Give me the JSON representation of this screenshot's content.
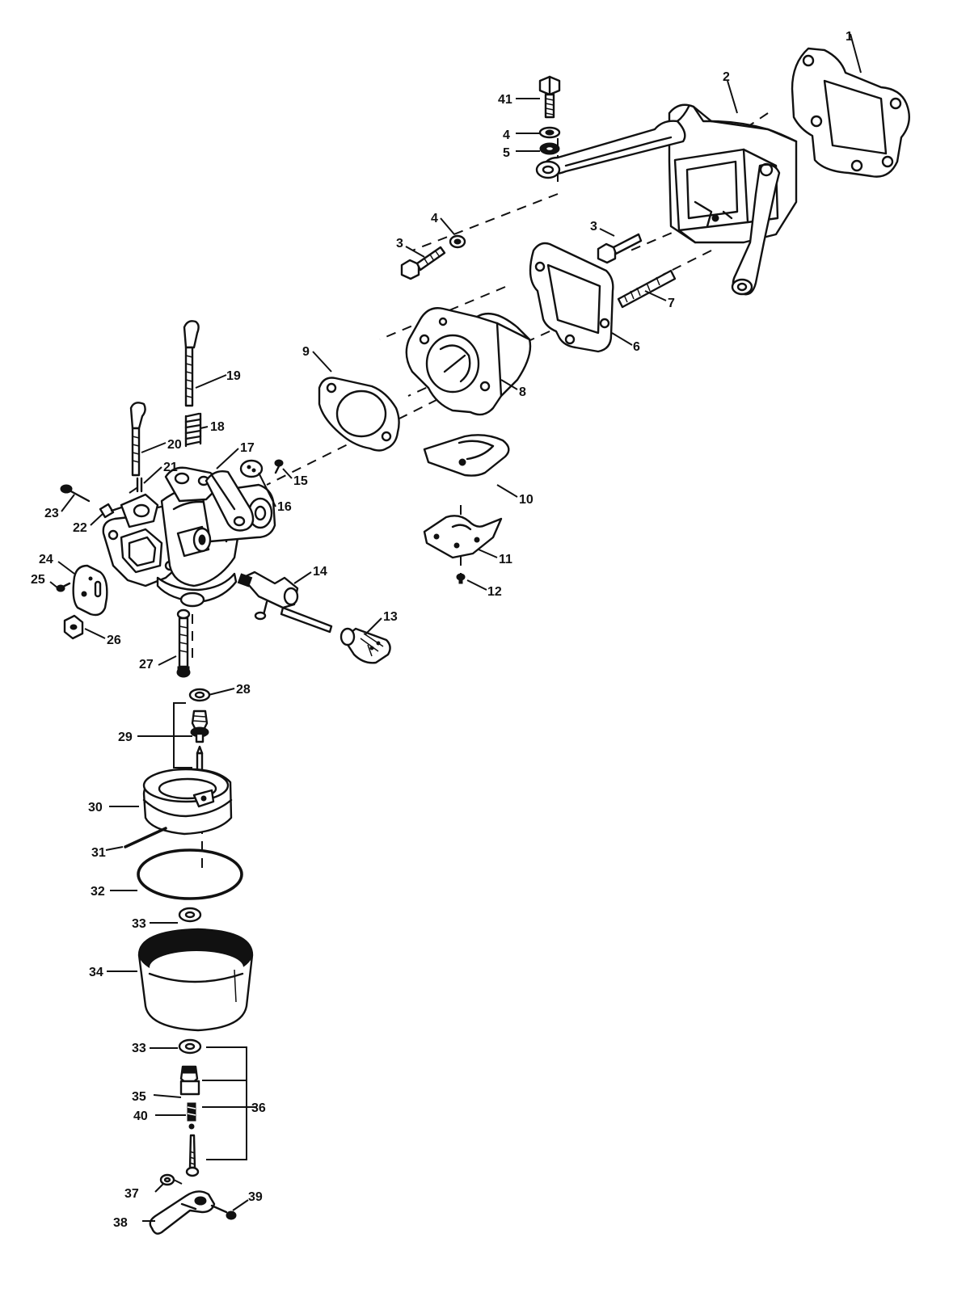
{
  "callouts": [
    {
      "id": "c1",
      "text": "1"
    },
    {
      "id": "c2",
      "text": "2"
    },
    {
      "id": "c3a",
      "text": "3"
    },
    {
      "id": "c3b",
      "text": "3"
    },
    {
      "id": "c4a",
      "text": "4"
    },
    {
      "id": "c4b",
      "text": "4"
    },
    {
      "id": "c5",
      "text": "5"
    },
    {
      "id": "c6",
      "text": "6"
    },
    {
      "id": "c7",
      "text": "7"
    },
    {
      "id": "c8",
      "text": "8"
    },
    {
      "id": "c9",
      "text": "9"
    },
    {
      "id": "c10",
      "text": "10"
    },
    {
      "id": "c11",
      "text": "11"
    },
    {
      "id": "c12",
      "text": "12"
    },
    {
      "id": "c13",
      "text": "13"
    },
    {
      "id": "c14",
      "text": "14"
    },
    {
      "id": "c15",
      "text": "15"
    },
    {
      "id": "c16",
      "text": "16"
    },
    {
      "id": "c17",
      "text": "17"
    },
    {
      "id": "c18",
      "text": "18"
    },
    {
      "id": "c19",
      "text": "19"
    },
    {
      "id": "c20",
      "text": "20"
    },
    {
      "id": "c21",
      "text": "21"
    },
    {
      "id": "c22",
      "text": "22"
    },
    {
      "id": "c23",
      "text": "23"
    },
    {
      "id": "c24",
      "text": "24"
    },
    {
      "id": "c25",
      "text": "25"
    },
    {
      "id": "c26",
      "text": "26"
    },
    {
      "id": "c27",
      "text": "27"
    },
    {
      "id": "c28",
      "text": "28"
    },
    {
      "id": "c29",
      "text": "29"
    },
    {
      "id": "c30",
      "text": "30"
    },
    {
      "id": "c31",
      "text": "31"
    },
    {
      "id": "c32",
      "text": "32"
    },
    {
      "id": "c33a",
      "text": "33"
    },
    {
      "id": "c33b",
      "text": "33"
    },
    {
      "id": "c34",
      "text": "34"
    },
    {
      "id": "c35",
      "text": "35"
    },
    {
      "id": "c36",
      "text": "36"
    },
    {
      "id": "c37",
      "text": "37"
    },
    {
      "id": "c38",
      "text": "38"
    },
    {
      "id": "c39",
      "text": "39"
    },
    {
      "id": "c40",
      "text": "40"
    },
    {
      "id": "c41",
      "text": "41"
    }
  ]
}
